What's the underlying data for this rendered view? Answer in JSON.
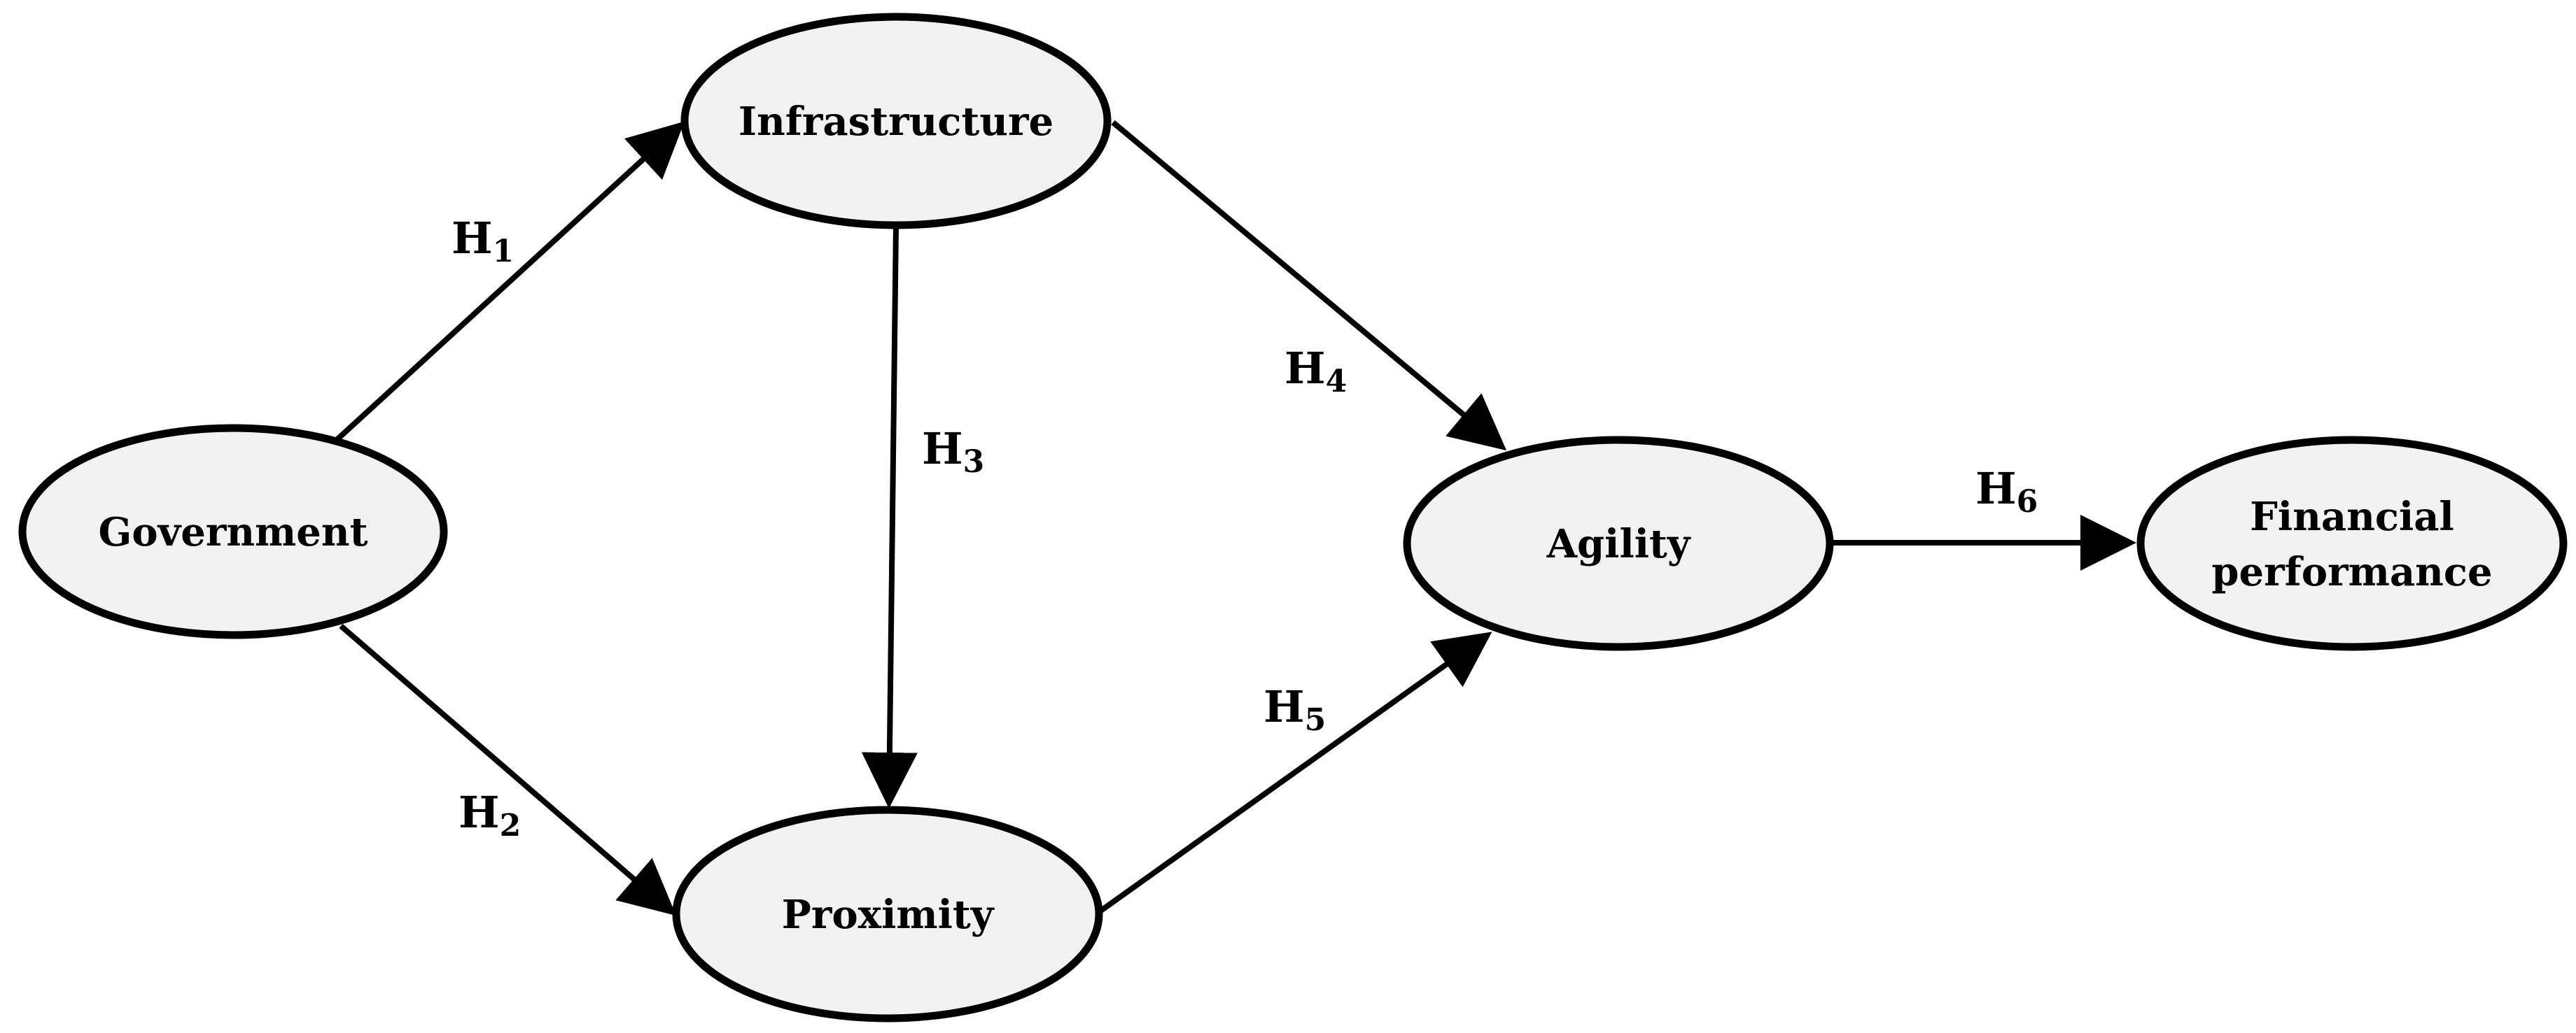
{
  "nodes": {
    "government": {
      "label": "Government"
    },
    "infrastructure": {
      "label": "Infrastructure"
    },
    "proximity": {
      "label": "Proximity"
    },
    "agility": {
      "label": "Agility"
    },
    "financial_performance": {
      "label_line1": "Financial",
      "label_line2": "performance"
    }
  },
  "hypotheses": {
    "h1": {
      "letter": "H",
      "sub": "1"
    },
    "h2": {
      "letter": "H",
      "sub": "2"
    },
    "h3": {
      "letter": "H",
      "sub": "3"
    },
    "h4": {
      "letter": "H",
      "sub": "4"
    },
    "h5": {
      "letter": "H",
      "sub": "5"
    },
    "h6": {
      "letter": "H",
      "sub": "6"
    }
  },
  "colors": {
    "node_fill": "#f2f2f2",
    "stroke": "#000000"
  }
}
